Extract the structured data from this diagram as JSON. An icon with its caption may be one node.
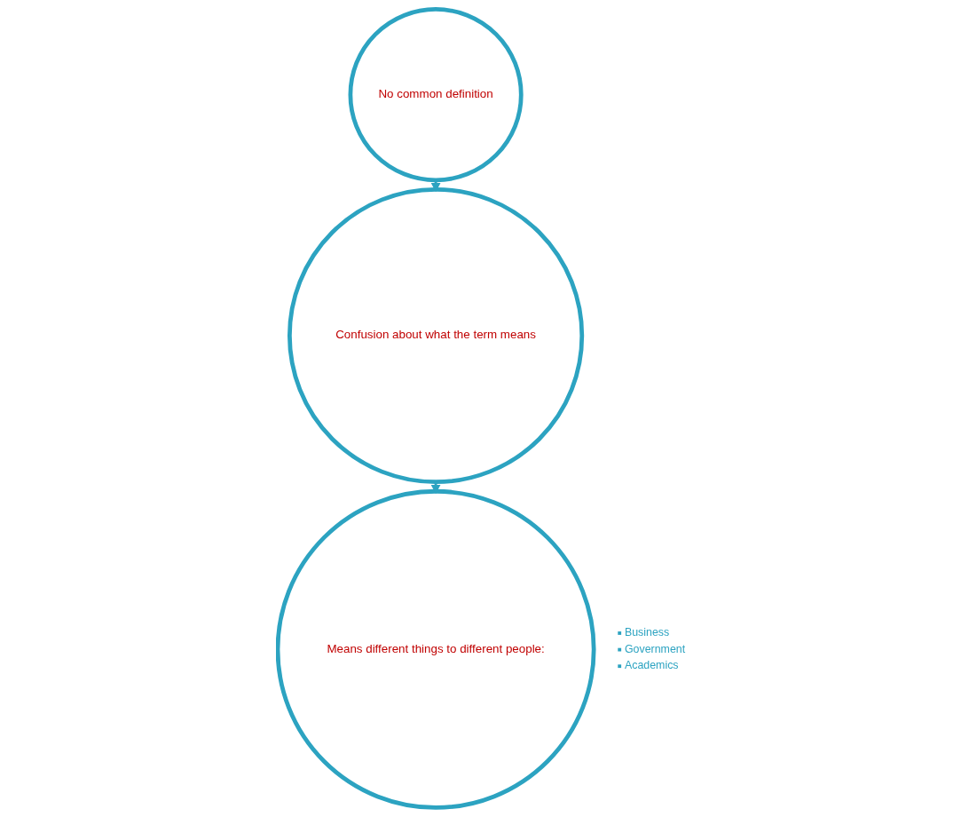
{
  "diagram": {
    "nodes": [
      {
        "text": [
          "No common definition"
        ]
      },
      {
        "text": [
          "Confusion about what the term means"
        ]
      },
      {
        "text": [
          "Means different things to different people:"
        ],
        "beside": [
          "Business",
          "Government",
          "Academics"
        ]
      }
    ],
    "edges": [
      {
        "from": 0,
        "to": 1,
        "arrow": "to"
      },
      {
        "from": 1,
        "to": 2,
        "arrow": "to"
      }
    ]
  }
}
